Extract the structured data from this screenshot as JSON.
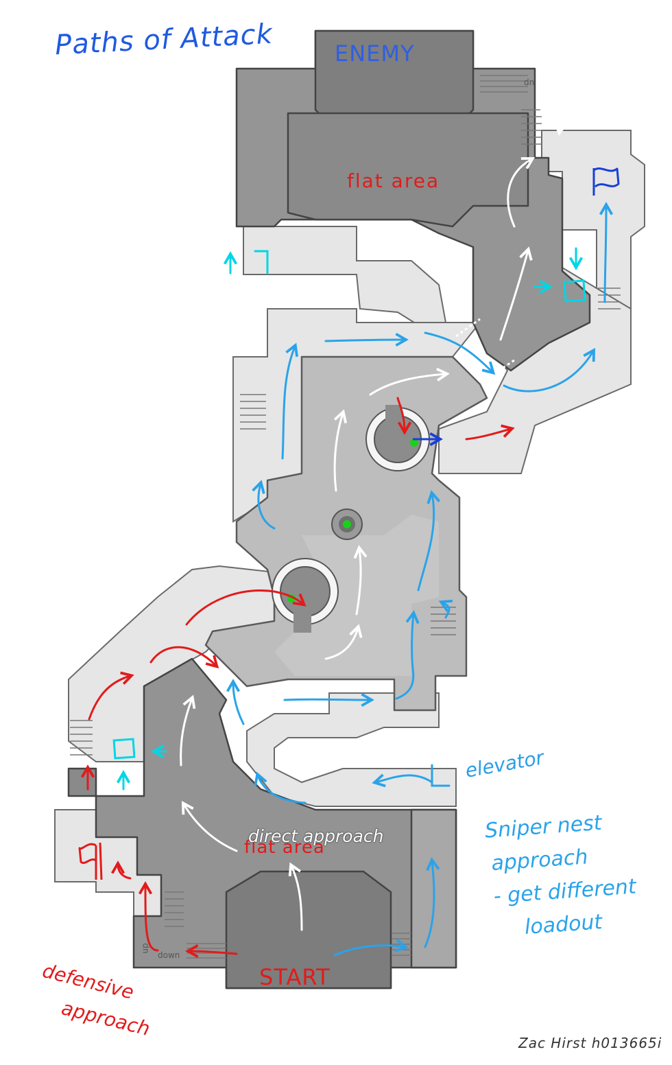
{
  "title": "Paths of Attack",
  "labels": {
    "enemy": "ENEMY",
    "flat_area_top": "flat area",
    "flat_area_bottom": "flat area",
    "direct_approach": "direct approach",
    "start": "START",
    "elevator": "elevator",
    "sniper_line1": "Sniper nest",
    "sniper_line2": "approach",
    "sniper_line3": "- get different",
    "sniper_line4": "loadout",
    "defensive_line1": "defensive",
    "defensive_line2": "approach",
    "author": "Zac Hirst h013665i",
    "stairs_up_top": "up",
    "stairs_up_bottom": "up",
    "stairs_down": "down"
  },
  "colors": {
    "defensive_path": "#e21b1b",
    "sniper_path": "#2aa3ea",
    "direct_path": "#ffffff",
    "objective_marker": "#00d6e6",
    "enemy_flag": "#1a3fd6",
    "player_flag": "#e21b1b",
    "spawn_point": "#19d119",
    "title": "#1f5ae0",
    "floor_dark": "#8f8f8f",
    "floor_mid": "#b8b8b8",
    "floor_light": "#e4e4e4"
  },
  "icons": [
    "enemy-flag-icon",
    "player-flag-icon",
    "objective-square-icon",
    "spawn-point-icon"
  ]
}
